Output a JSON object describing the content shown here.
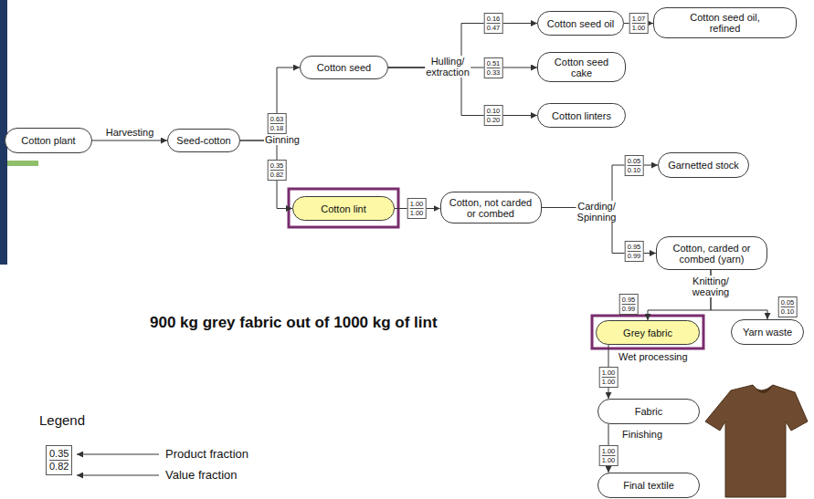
{
  "diagram": {
    "nodes": [
      {
        "text": [
          "Cotton plant"
        ]
      },
      {
        "text": [
          "Seed-cotton"
        ]
      },
      {
        "text": [
          "Cotton seed"
        ]
      },
      {
        "text": [
          "Cotton seed oil"
        ]
      },
      {
        "text": [
          "Cotton seed oil, refined"
        ]
      },
      {
        "text": [
          "Cotton seed cake"
        ]
      },
      {
        "text": [
          "Cotton linters"
        ]
      },
      {
        "text": [
          "Cotton lint"
        ]
      },
      {
        "text": [
          "Cotton, not carded or combed"
        ]
      },
      {
        "text": [
          "Garnetted stock"
        ]
      },
      {
        "text": [
          "Cotton, carded or combed (yarn)"
        ]
      },
      {
        "text": [
          "Grey fabric"
        ]
      },
      {
        "text": [
          "Yarn waste"
        ]
      },
      {
        "text": [
          "Fabric"
        ]
      },
      {
        "text": [
          "Final textile"
        ]
      }
    ],
    "edges": [
      {
        "from": 0,
        "to": 1,
        "arrow": "to",
        "label": "Harvesting"
      },
      {
        "from": 1,
        "to": 2,
        "arrow": "to"
      },
      {
        "from": 1,
        "to": 7,
        "arrow": "to"
      },
      {
        "from": 2,
        "to": 3,
        "arrow": "to"
      },
      {
        "from": 2,
        "to": 5,
        "arrow": "to"
      },
      {
        "from": 2,
        "to": 6,
        "arrow": "to"
      },
      {
        "from": 3,
        "to": 4,
        "arrow": "to"
      },
      {
        "from": 7,
        "to": 8,
        "arrow": "to"
      },
      {
        "from": 8,
        "to": 9,
        "arrow": "to"
      },
      {
        "from": 8,
        "to": 10,
        "arrow": "to"
      },
      {
        "from": 10,
        "to": 11,
        "arrow": "to"
      },
      {
        "from": 10,
        "to": 12,
        "arrow": "to"
      },
      {
        "from": 11,
        "to": 13,
        "arrow": "to"
      },
      {
        "from": 13,
        "to": 14,
        "arrow": "to"
      }
    ],
    "labels": [
      "Ginning",
      "0.63",
      "0.18",
      "0.35",
      "0.82",
      "Hulling/ extraction",
      "0.16",
      "0.47",
      "1.07",
      "1.00",
      "0.51",
      "0.33",
      "0.10",
      "0.20",
      "1.00",
      "1.00",
      "Carding/ Spinning",
      "0.05",
      "0.10",
      "0.95",
      "0.99",
      "Knitting/ weaving",
      "0.95",
      "0.99",
      "0.05",
      "0.10",
      "900 kg grey fabric out of 1000 kg of lint",
      "Wet processing",
      "1.00",
      "1.00",
      "Finishing",
      "1.00",
      "1.00",
      "Legend",
      "0.35",
      "0.82"
    ],
    "legend": [
      {
        "text": "Product fraction"
      },
      {
        "text": "Value fraction"
      }
    ]
  }
}
